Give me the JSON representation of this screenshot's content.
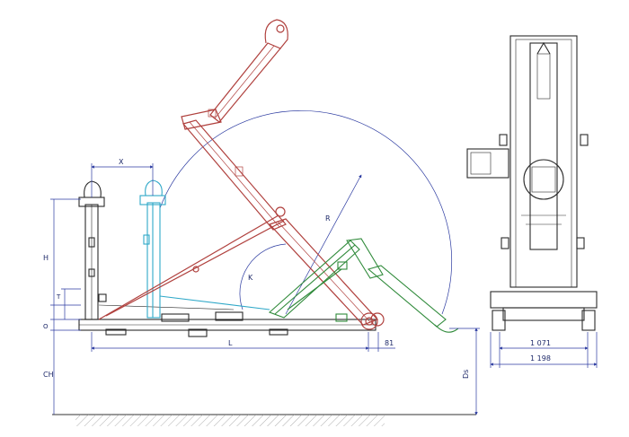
{
  "dimensions": {
    "x": "X",
    "r": "R",
    "k": "K",
    "h": "H",
    "t": "T",
    "o": "O",
    "l": "L",
    "gap": "81",
    "ch": "CH",
    "ds": "Ds",
    "width_inner": "1 071",
    "width_outer": "1 198"
  },
  "colors": {
    "outline": "#b0413e",
    "frame": "#2a2a2a",
    "intermediate": "#2fa8c8",
    "tipped": "#2f8a3a",
    "dimension": "#2b3aa0"
  }
}
